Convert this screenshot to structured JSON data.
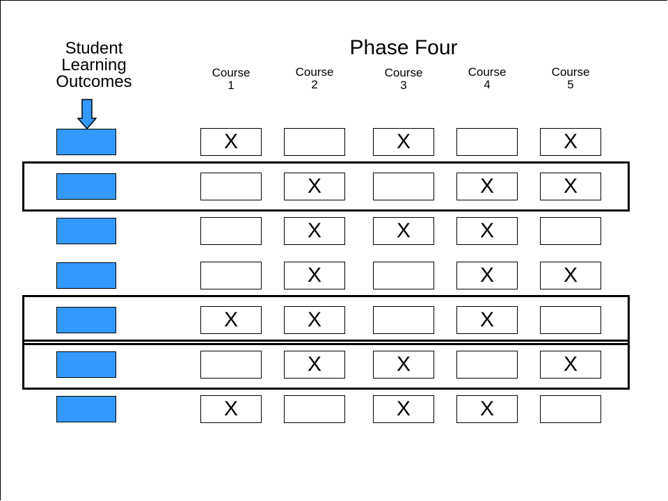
{
  "slo_header": {
    "lines": [
      "Student",
      "Learning",
      "Outcomes"
    ]
  },
  "phase_title": "Phase Four",
  "courses": [
    {
      "line1": "Course",
      "line2": "1"
    },
    {
      "line1": "Course",
      "line2": "2"
    },
    {
      "line1": "Course",
      "line2": "3"
    },
    {
      "line1": "Course",
      "line2": "4"
    },
    {
      "line1": "Course",
      "line2": "5"
    }
  ],
  "colors": {
    "outcome_box": "#3399ff",
    "border": "#000000"
  },
  "icons": {
    "down_arrow": "down-arrow-icon"
  },
  "matrix": [
    [
      "X",
      "",
      "X",
      "",
      "X"
    ],
    [
      "",
      "X",
      "",
      "X",
      "X"
    ],
    [
      "",
      "X",
      "X",
      "X",
      ""
    ],
    [
      "",
      "X",
      "",
      "X",
      "X"
    ],
    [
      "X",
      "X",
      "",
      "X",
      ""
    ],
    [
      "",
      "X",
      "X",
      "",
      "X"
    ],
    [
      "X",
      "",
      "X",
      "X",
      ""
    ]
  ],
  "highlighted_rows": [
    1,
    4,
    5
  ]
}
